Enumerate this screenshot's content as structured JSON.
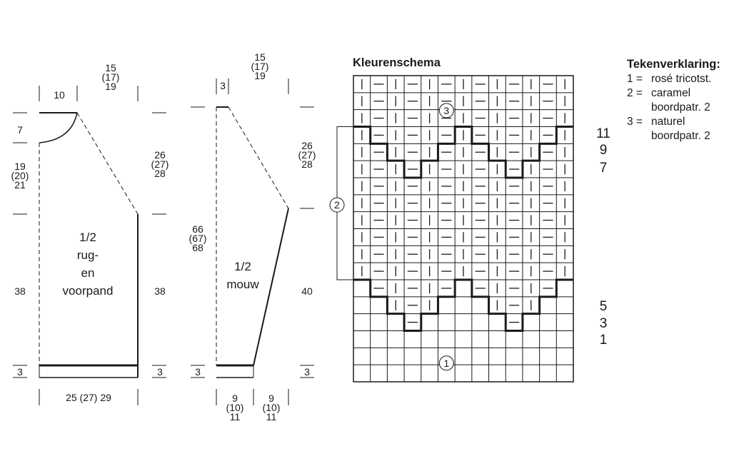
{
  "body": {
    "top": "15\n(17)\n19",
    "shoulder": "10",
    "neck_depth": "7",
    "armhole_left": "19\n(20)\n21",
    "armhole_right": "26\n(27)\n28",
    "label": "1/2\nrug-\nen\nvoorpand",
    "side_left": "38",
    "side_right": "38",
    "rib_left": "3",
    "rib_right": "3",
    "bottom": "25 (27) 29"
  },
  "sleeve": {
    "top": "15\n(17)\n19",
    "top_small": "3",
    "length_left": "66\n(67)\n68",
    "upper_right": "26\n(27)\n28",
    "lower_right": "40",
    "label": "1/2\nmouw",
    "rib_left": "3",
    "rib_right": "3",
    "bottom_left": "9\n(10)\n11",
    "bottom_right": "9\n(10)\n11"
  },
  "chart": {
    "title": "Kleurenschema",
    "circle_top": "3",
    "circle_side": "2",
    "circle_bottom": "1",
    "rows_upper": [
      "11",
      "9",
      "7"
    ],
    "rows_lower": [
      "5",
      "3",
      "1"
    ]
  },
  "legend": {
    "title": "Tekenverklaring:",
    "items": [
      {
        "key": "1 =",
        "text": "rosé tricotst."
      },
      {
        "key": "2 =",
        "text": "caramel\nboordpatr. 2"
      },
      {
        "key": "3 =",
        "text": "naturel\nboordpatr. 2"
      }
    ]
  },
  "colors": {
    "ink": "#1a1a1a",
    "background": "#ffffff"
  }
}
